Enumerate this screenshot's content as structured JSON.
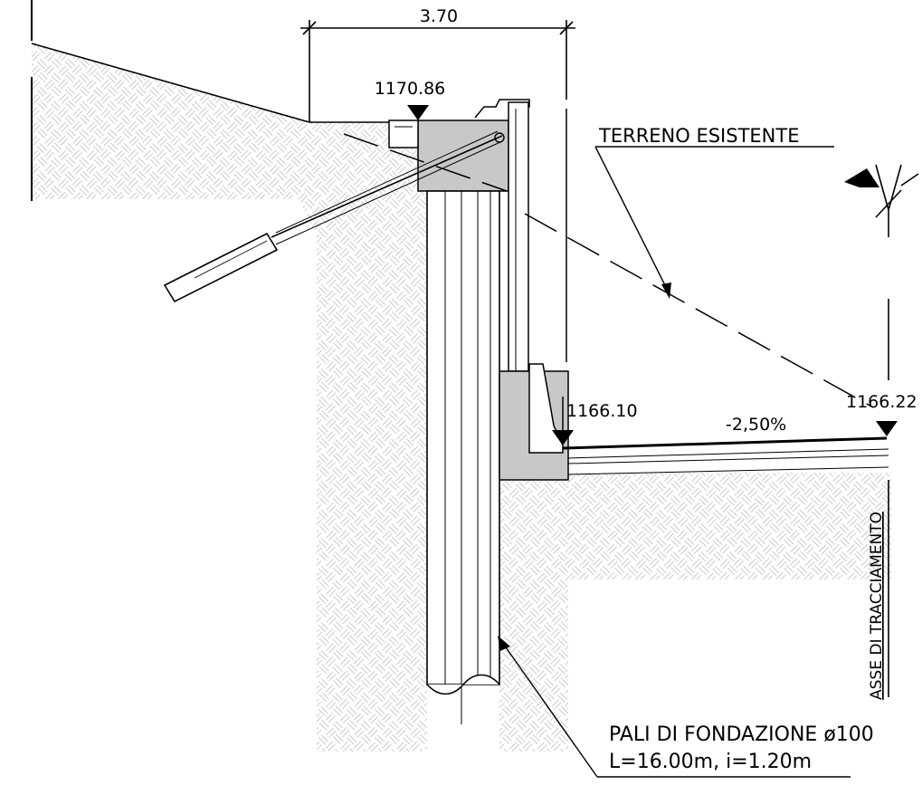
{
  "dimension_width": "3.70",
  "elevation_top": "1170.86",
  "elevation_left_road": "1166.10",
  "elevation_axis": "1166.22",
  "slope": "-2,50%",
  "existing_ground_label": "TERRENO ESISTENTE",
  "axis_label": "ASSE DI TRACCIAMENTO",
  "piles_label_line1": "PALI DI FONDAZIONE ø100",
  "piles_label_line2": "L=16.00m, i=1.20m",
  "colors": {
    "concrete": "#c8c8c8",
    "hatch": "#bdbdbd",
    "line": "#000000"
  }
}
